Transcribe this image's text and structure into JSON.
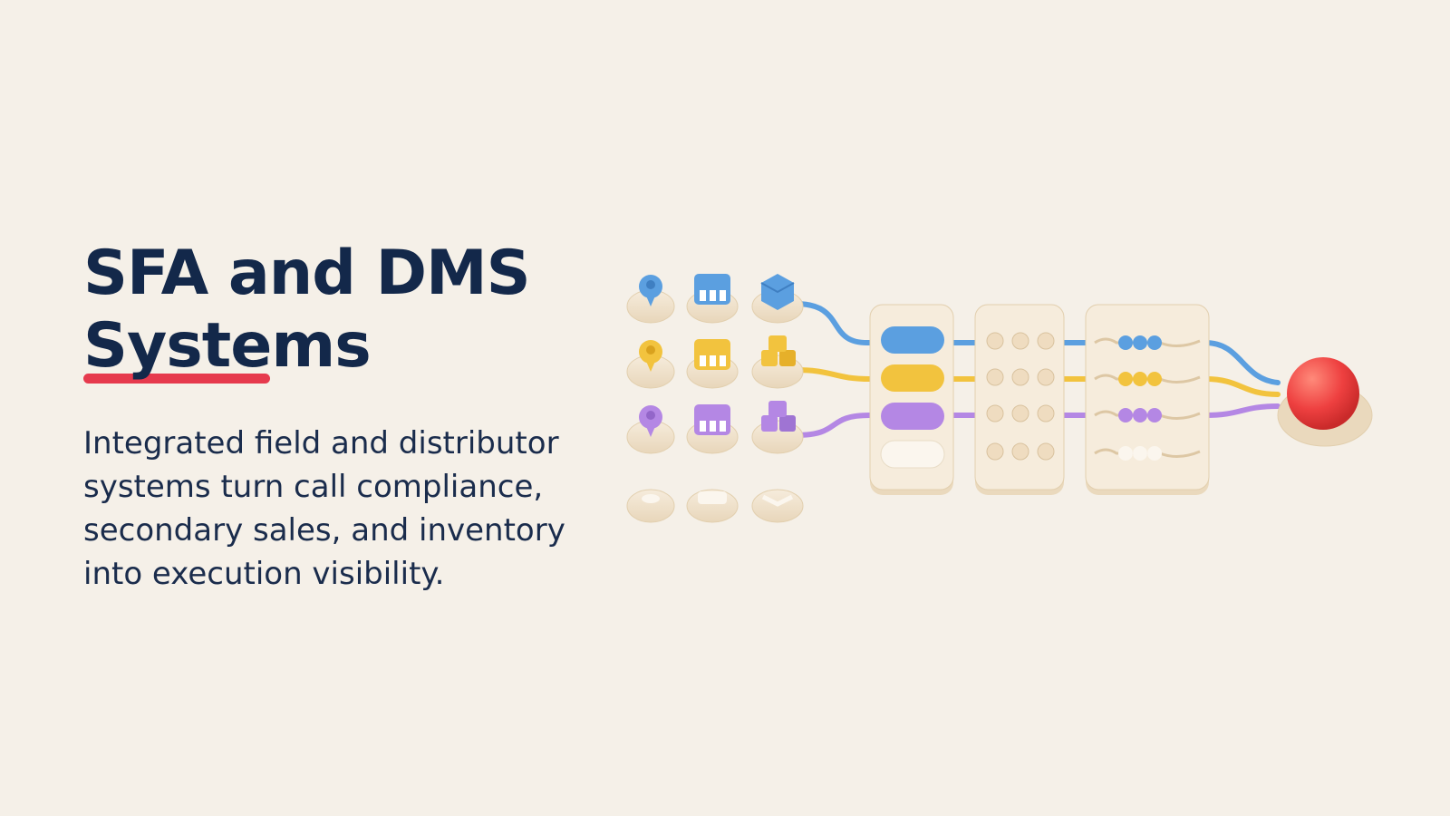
{
  "title_line1": "SFA and DMS",
  "title_line2": "Systems",
  "subtitle": "Integrated field and distributor systems turn call compliance, secondary sales, and inventory into execution visibility.",
  "colors": {
    "background": "#f5f0e8",
    "title": "#13284a",
    "underline": "#e63a4d",
    "blue": "#5b9fe0",
    "yellow": "#f2c33e",
    "purple": "#b487e4",
    "red": "#ee4040",
    "base": "#f1e4cd"
  },
  "illustration": {
    "rows": [
      {
        "color": "blue",
        "icons": [
          "location-pin-icon",
          "store-icon",
          "box-icon"
        ]
      },
      {
        "color": "yellow",
        "icons": [
          "location-pin-icon",
          "store-icon",
          "boxes-icon"
        ]
      },
      {
        "color": "purple",
        "icons": [
          "location-pin-icon",
          "store-icon",
          "boxes-icon"
        ]
      },
      {
        "color": "empty",
        "icons": [
          "location-pin-icon",
          "store-icon",
          "box-icon"
        ]
      }
    ],
    "stages": [
      "pill-selector-panel",
      "bead-panel",
      "bead-track-panel"
    ],
    "output": "red-ball-icon"
  }
}
